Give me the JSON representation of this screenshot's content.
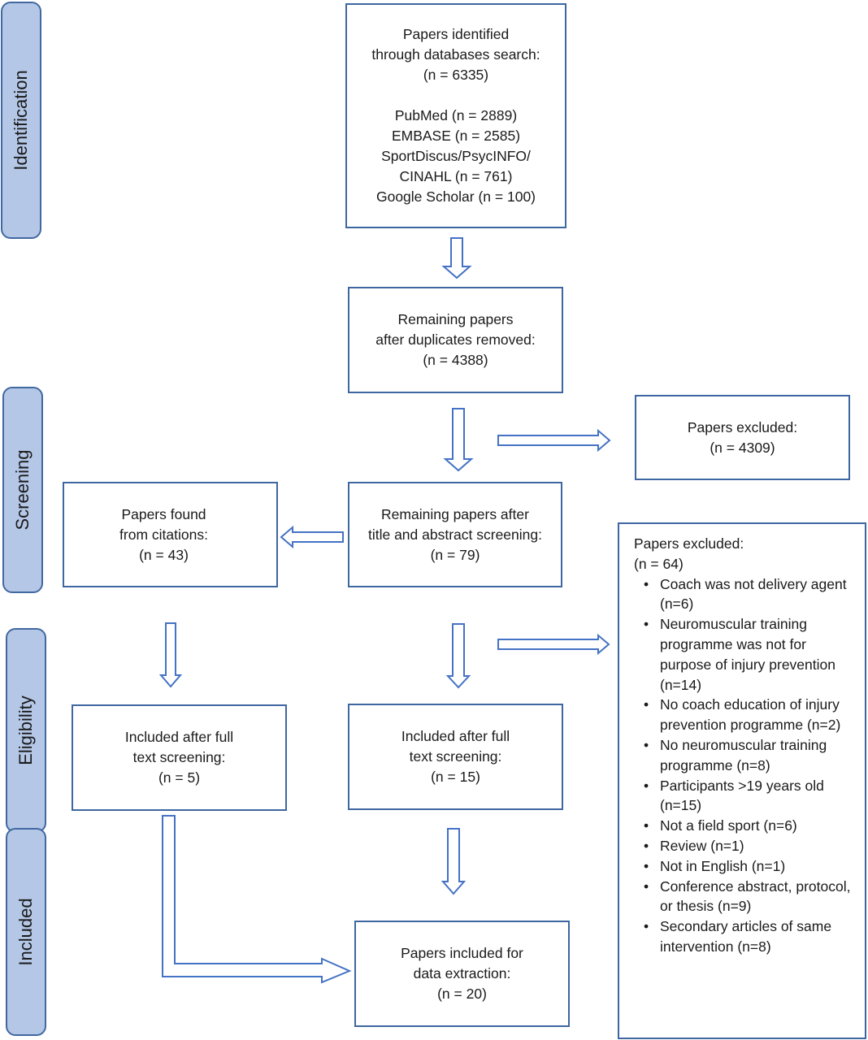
{
  "phases": {
    "identification": "Identification",
    "screening": "Screening",
    "eligibility": "Eligibility",
    "included": "Included"
  },
  "boxes": {
    "identified": {
      "lines": [
        "Papers identified",
        "through databases search:",
        "(n = 6335)"
      ],
      "sources": [
        "PubMed (n = 2889)",
        "EMBASE (n = 2585)",
        "SportDiscus/PsycINFO/",
        "CINAHL (n = 761)",
        "Google Scholar (n = 100)"
      ]
    },
    "after_duplicates": {
      "lines": [
        "Remaining papers",
        "after duplicates removed:",
        "(n = 4388)"
      ]
    },
    "excluded_first": {
      "lines": [
        "Papers excluded:",
        "(n = 4309)"
      ]
    },
    "after_screening": {
      "lines": [
        "Remaining papers after",
        "title and abstract screening:",
        "(n = 79)"
      ]
    },
    "citations": {
      "lines": [
        "Papers found",
        "from citations:",
        "(n = 43)"
      ]
    },
    "included_left": {
      "lines": [
        "Included after full",
        "text screening:",
        "(n = 5)"
      ]
    },
    "included_right": {
      "lines": [
        "Included after full",
        "text screening:",
        "(n = 15)"
      ]
    },
    "final": {
      "lines": [
        "Papers included for",
        "data extraction:",
        "(n = 20)"
      ]
    },
    "excluded_second": {
      "title": "Papers excluded:",
      "count": "(n = 64)",
      "items": [
        [
          "Coach was not",
          "delivery agent (n=6)"
        ],
        [
          "Neuromuscular",
          "training programme was",
          "not for purpose of",
          "injury prevention (n=14)"
        ],
        [
          "No coach education",
          "of injury",
          "prevention programme",
          "(n=2)"
        ],
        [
          "No neuromuscular training",
          "programme (n=8)"
        ],
        [
          "Participants >19",
          "years old (n=15)"
        ],
        [
          "Not a field sport (n=6)"
        ],
        [
          "Review (n=1)"
        ],
        [
          "Not in English (n=1)"
        ],
        [
          "Conference",
          "abstract, protocol, or",
          "thesis (n=9)"
        ],
        [
          "Secondary articles of same",
          "intervention (n=8)"
        ]
      ]
    }
  }
}
